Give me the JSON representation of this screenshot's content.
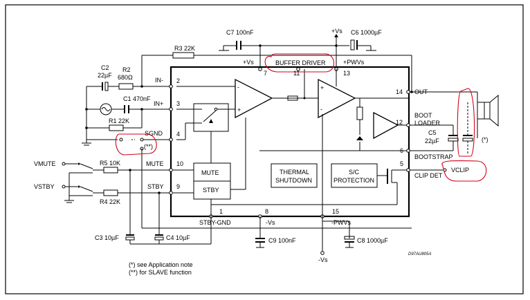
{
  "frame": {
    "border_color": "#000000",
    "highlight_color": "#d0021b"
  },
  "components": {
    "c7": "C7 100nF",
    "vs_top": "+Vs",
    "c6": "C6 1000µF",
    "r3": "R3 22K",
    "vs_pin": "+Vs",
    "buffer_driver": "BUFFER DRIVER",
    "pwvs_top": "+PWVs",
    "c2": "C2",
    "c2_val": "22µF",
    "r2": "R2",
    "r2_val": "680Ω",
    "c1": "C1 470nF",
    "r1": "R1 22K",
    "vmute": "VMUTE",
    "vstby": "VSTBY",
    "r5": "R5 10K",
    "r4": "R4 22K",
    "c3": "C3 10µF",
    "c4": "C4 10µF",
    "c9": "C9 100nF",
    "c8": "C8 1000µF",
    "vs_bottom": "-Vs",
    "c5": "C5",
    "c5_val": "22µF",
    "vclip": "VCLIP",
    "star": "(*)",
    "star2": "(**)",
    "doc_code": "D97AU805A"
  },
  "pins": {
    "in_minus": "IN-",
    "in_plus": "IN+",
    "sgnd": "SGND",
    "mute": "MUTE",
    "stby": "STBY",
    "out": "OUT",
    "boot": "BOOT",
    "loader": "LOADER",
    "bootstrap": "BOOTSTRAP",
    "clip_det": "CLIP DET",
    "stby_gnd": "STBY-GND",
    "minus_vs": "-Vs",
    "minus_pwvs": "-PWVs",
    "n1": "1",
    "n2": "2",
    "n3": "3",
    "n4": "4",
    "n5": "5",
    "n6": "6",
    "n7": "7",
    "n8": "8",
    "n9": "9",
    "n10": "10",
    "n11": "11",
    "n12": "12",
    "n13": "13",
    "n14": "14",
    "n15": "15"
  },
  "blocks": {
    "mute": "MUTE",
    "stby": "STBY",
    "thermal_1": "THERMAL",
    "thermal_2": "SHUTDOWN",
    "sc_1": "S/C",
    "sc_2": "PROTECTION"
  },
  "notes": {
    "note1": "(*) see Application note",
    "note2": "(**) for SLAVE function"
  }
}
